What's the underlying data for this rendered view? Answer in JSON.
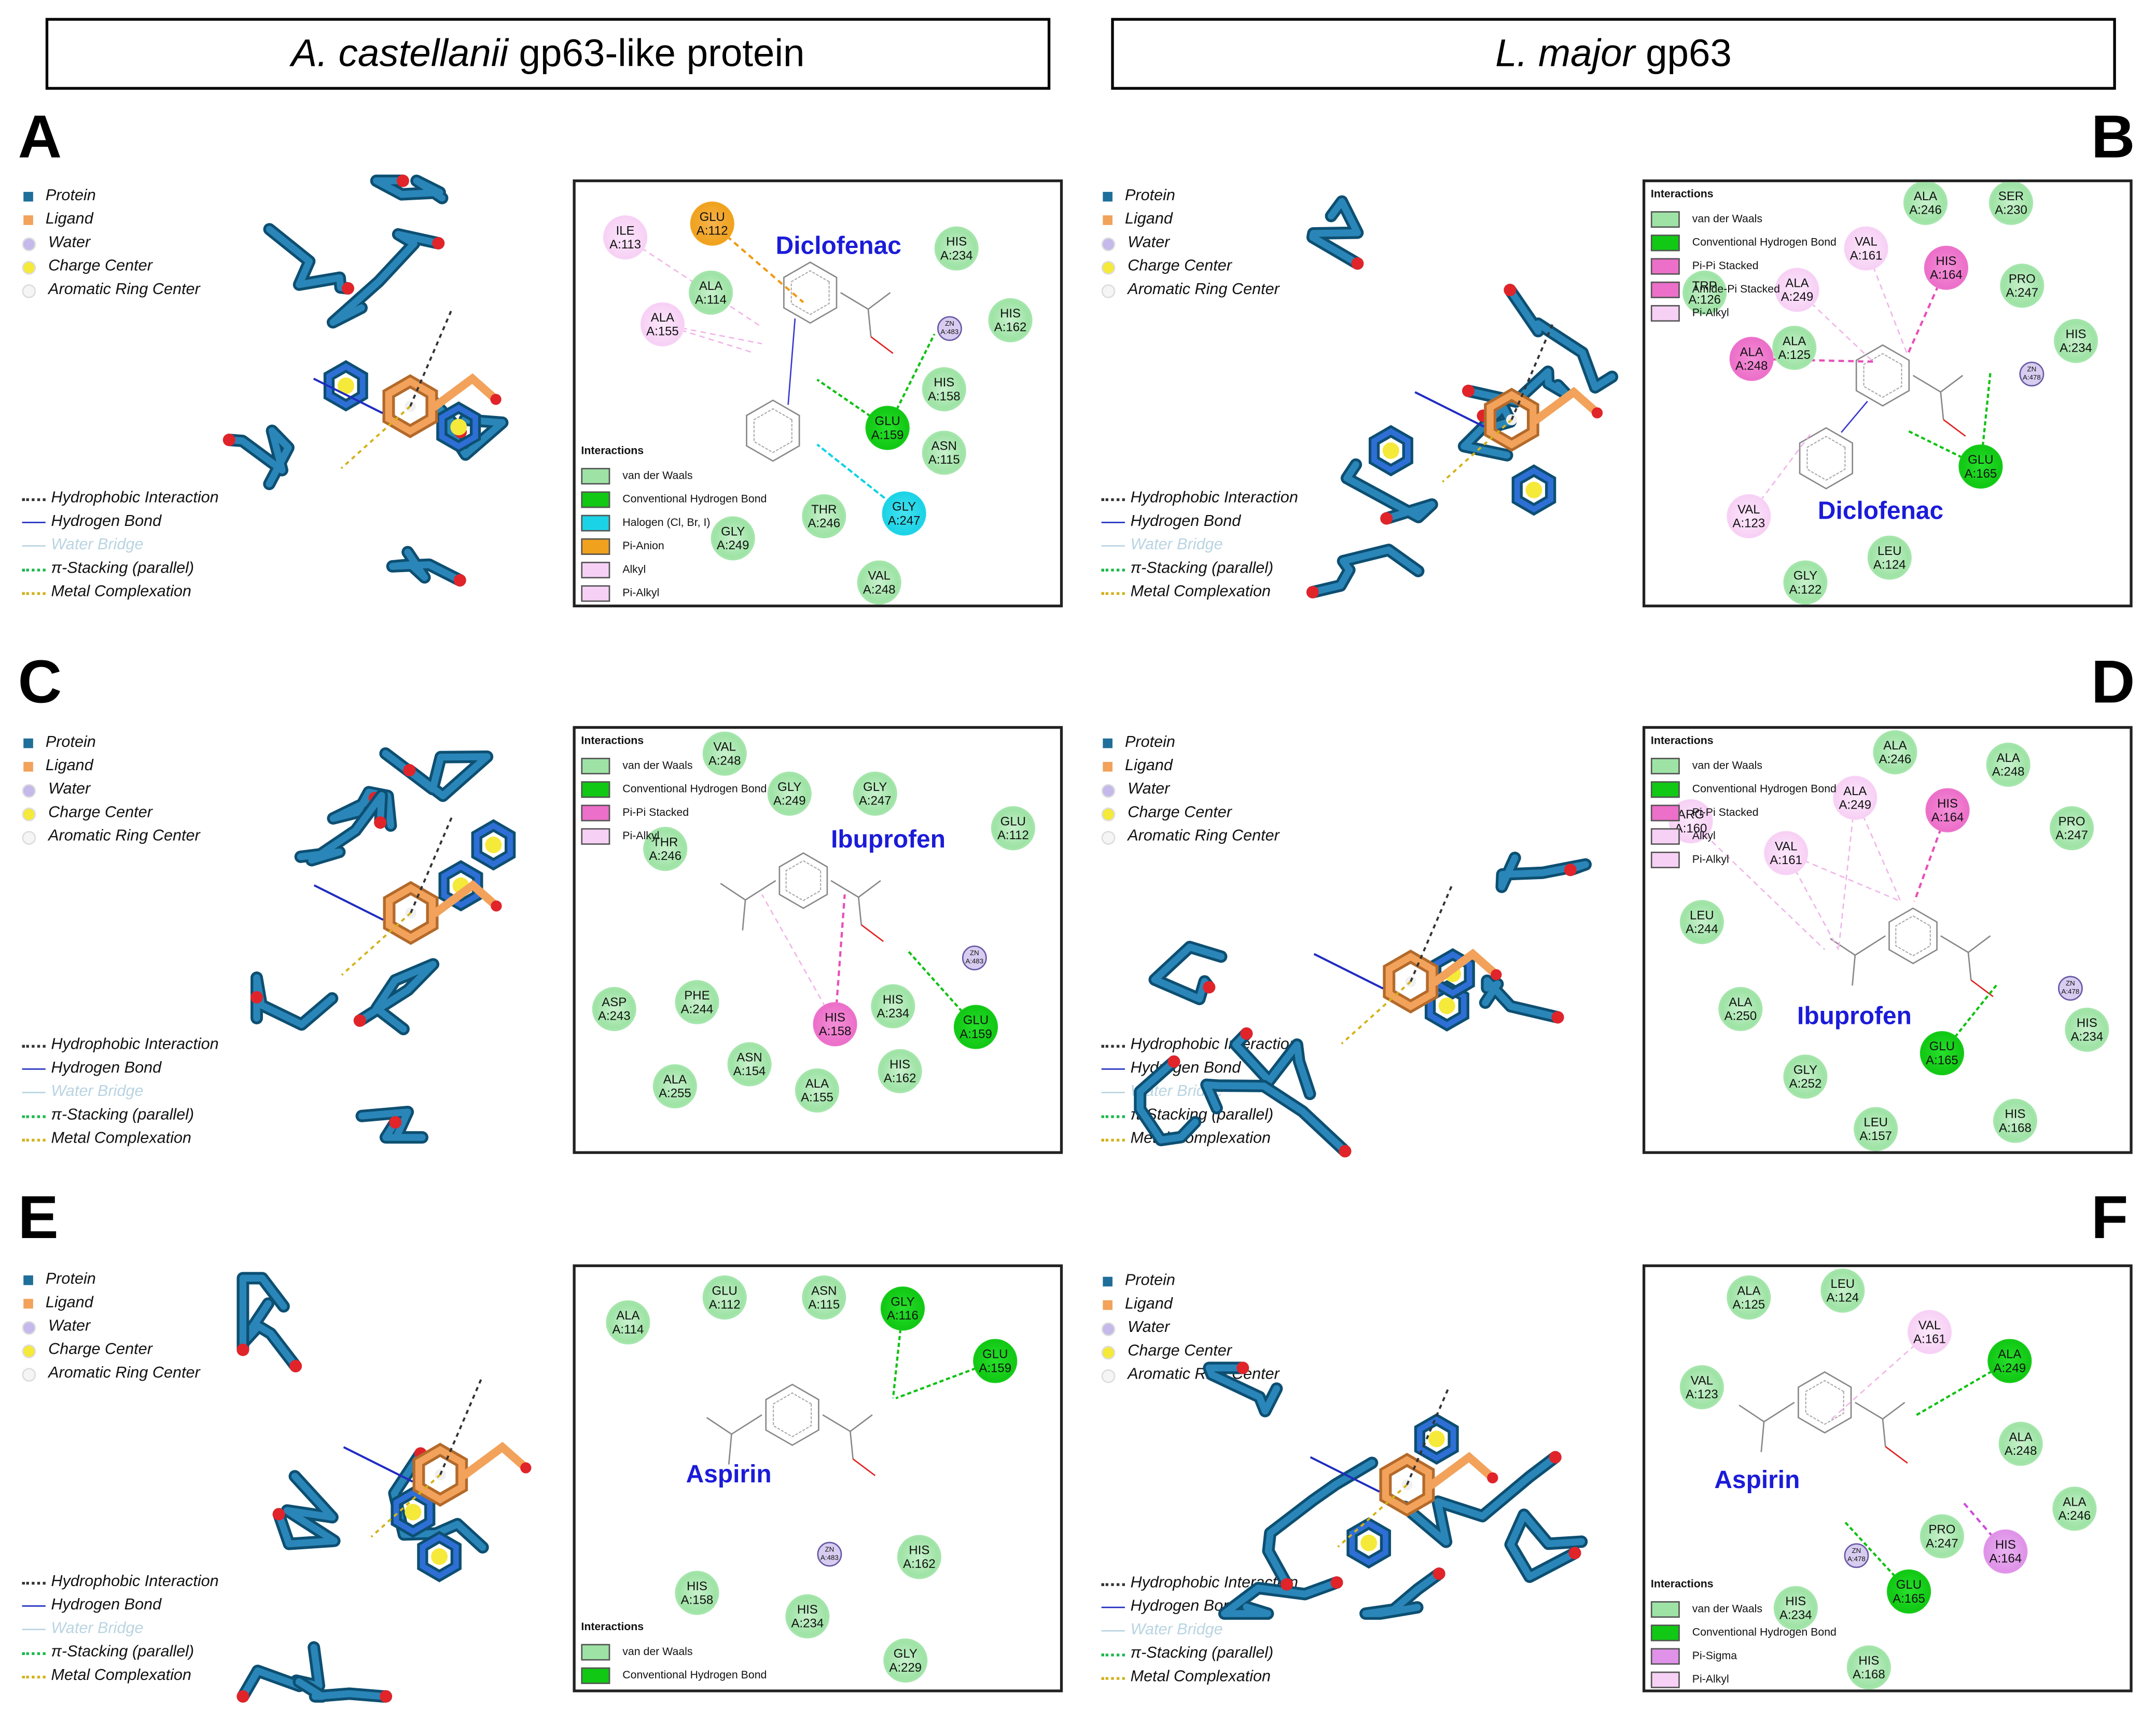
{
  "headers": {
    "left": {
      "italic": "A. castellanii",
      "rest": " gp63-like protein"
    },
    "right": {
      "italic": "L. major",
      "rest": " gp63"
    }
  },
  "panel_letters": [
    "A",
    "B",
    "C",
    "D",
    "E",
    "F"
  ],
  "structure_legend": {
    "items": [
      {
        "label": "Protein",
        "color": "#1f6f9a",
        "shape": "square"
      },
      {
        "label": "Ligand",
        "color": "#f2a25a",
        "shape": "square"
      },
      {
        "label": "Water",
        "color": "#c4b9ea",
        "shape": "circle"
      },
      {
        "label": "Charge Center",
        "color": "#f5e93a",
        "shape": "circle"
      },
      {
        "label": "Aromatic Ring Center",
        "color": "#f5f5f5",
        "shape": "circle"
      }
    ],
    "lines": [
      {
        "label": "Hydrophobic Interaction",
        "color": "#333333",
        "style": "dotted"
      },
      {
        "label": "Hydrogen Bond",
        "color": "#1f2cc0",
        "style": "solid"
      },
      {
        "label": "Water Bridge",
        "color": "#b9d4e2",
        "style": "solid"
      },
      {
        "label": "π-Stacking (parallel)",
        "color": "#19b84a",
        "style": "dotted"
      },
      {
        "label": "Metal Complexation",
        "color": "#d3b21a",
        "style": "dotted"
      }
    ]
  },
  "interaction_types": {
    "vdw": {
      "label": "van der Waals",
      "color": "#9ee3a5"
    },
    "hb": {
      "label": "Conventional Hydrogen Bond",
      "color": "#11c814"
    },
    "hal": {
      "label": "Halogen (Cl, Br, I)",
      "color": "#1bd3e6"
    },
    "anion": {
      "label": "Pi-Anion",
      "color": "#f0a21e"
    },
    "alk": {
      "label": "Alkyl",
      "color": "#f7d1f5"
    },
    "pialk": {
      "label": "Pi-Alkyl",
      "color": "#f7d1f5"
    },
    "pipi": {
      "label": "Pi-Pi Stacked",
      "color": "#ec6fc9"
    },
    "amide": {
      "label": "Amide-Pi Stacked",
      "color": "#ec6fc9"
    },
    "sigma": {
      "label": "Pi-Sigma",
      "color": "#df92e8"
    }
  },
  "interactions_title": "Interactions",
  "panels": [
    {
      "id": "A",
      "ligand": "Diclofenac",
      "legend_keys": [
        "vdw",
        "hb",
        "hal",
        "anion",
        "alk",
        "pialk"
      ],
      "residues": [
        {
          "name": "ILE",
          "num": "A:113",
          "type": "alk"
        },
        {
          "name": "GLU",
          "num": "A:112",
          "type": "anion"
        },
        {
          "name": "HIS",
          "num": "A:234",
          "type": "vdw"
        },
        {
          "name": "ALA",
          "num": "A:114",
          "type": "vdw"
        },
        {
          "name": "HIS",
          "num": "A:162",
          "type": "vdw"
        },
        {
          "name": "ALA",
          "num": "A:155",
          "type": "alk"
        },
        {
          "name": "HIS",
          "num": "A:158",
          "type": "vdw"
        },
        {
          "name": "GLU",
          "num": "A:159",
          "type": "hb"
        },
        {
          "name": "ASN",
          "num": "A:115",
          "type": "vdw"
        },
        {
          "name": "THR",
          "num": "A:246",
          "type": "vdw"
        },
        {
          "name": "GLY",
          "num": "A:249",
          "type": "vdw"
        },
        {
          "name": "GLY",
          "num": "A:247",
          "type": "hal"
        },
        {
          "name": "VAL",
          "num": "A:248",
          "type": "vdw"
        },
        {
          "name": "ZN",
          "num": "A:483",
          "type": "zn"
        }
      ]
    },
    {
      "id": "B",
      "ligand": "Diclofenac",
      "legend_keys": [
        "vdw",
        "hb",
        "pipi",
        "amide",
        "pialk"
      ],
      "residues": [
        {
          "name": "ALA",
          "num": "A:246",
          "type": "vdw"
        },
        {
          "name": "SER",
          "num": "A:230",
          "type": "vdw"
        },
        {
          "name": "VAL",
          "num": "A:161",
          "type": "alk"
        },
        {
          "name": "HIS",
          "num": "A:164",
          "type": "pipi"
        },
        {
          "name": "TRP",
          "num": "A:126",
          "type": "vdw"
        },
        {
          "name": "ALA",
          "num": "A:249",
          "type": "alk"
        },
        {
          "name": "PRO",
          "num": "A:247",
          "type": "vdw"
        },
        {
          "name": "ALA",
          "num": "A:125",
          "type": "vdw"
        },
        {
          "name": "ALA",
          "num": "A:248",
          "type": "pipi"
        },
        {
          "name": "HIS",
          "num": "A:234",
          "type": "vdw"
        },
        {
          "name": "GLU",
          "num": "A:165",
          "type": "hb"
        },
        {
          "name": "VAL",
          "num": "A:123",
          "type": "alk"
        },
        {
          "name": "LEU",
          "num": "A:124",
          "type": "vdw"
        },
        {
          "name": "GLY",
          "num": "A:122",
          "type": "vdw"
        },
        {
          "name": "ZN",
          "num": "A:478",
          "type": "zn"
        }
      ]
    },
    {
      "id": "C",
      "ligand": "Ibuprofen",
      "legend_keys": [
        "vdw",
        "hb",
        "pipi",
        "pialk"
      ],
      "residues": [
        {
          "name": "VAL",
          "num": "A:248",
          "type": "vdw"
        },
        {
          "name": "GLY",
          "num": "A:249",
          "type": "vdw"
        },
        {
          "name": "GLY",
          "num": "A:247",
          "type": "vdw"
        },
        {
          "name": "GLU",
          "num": "A:112",
          "type": "vdw"
        },
        {
          "name": "THR",
          "num": "A:246",
          "type": "vdw"
        },
        {
          "name": "ASP",
          "num": "A:243",
          "type": "vdw"
        },
        {
          "name": "PHE",
          "num": "A:244",
          "type": "vdw"
        },
        {
          "name": "HIS",
          "num": "A:158",
          "type": "pipi"
        },
        {
          "name": "HIS",
          "num": "A:234",
          "type": "vdw"
        },
        {
          "name": "GLU",
          "num": "A:159",
          "type": "hb"
        },
        {
          "name": "ASN",
          "num": "A:154",
          "type": "vdw"
        },
        {
          "name": "HIS",
          "num": "A:162",
          "type": "vdw"
        },
        {
          "name": "ALA",
          "num": "A:255",
          "type": "vdw"
        },
        {
          "name": "ALA",
          "num": "A:155",
          "type": "vdw"
        },
        {
          "name": "ZN",
          "num": "A:483",
          "type": "zn"
        }
      ]
    },
    {
      "id": "D",
      "ligand": "Ibuprofen",
      "legend_keys": [
        "vdw",
        "hb",
        "pipi",
        "alk",
        "pialk"
      ],
      "residues": [
        {
          "name": "ALA",
          "num": "A:246",
          "type": "vdw"
        },
        {
          "name": "ALA",
          "num": "A:248",
          "type": "vdw"
        },
        {
          "name": "ARG",
          "num": "A:160",
          "type": "alk"
        },
        {
          "name": "ALA",
          "num": "A:249",
          "type": "alk"
        },
        {
          "name": "HIS",
          "num": "A:164",
          "type": "pipi"
        },
        {
          "name": "PRO",
          "num": "A:247",
          "type": "vdw"
        },
        {
          "name": "VAL",
          "num": "A:161",
          "type": "alk"
        },
        {
          "name": "LEU",
          "num": "A:244",
          "type": "vdw"
        },
        {
          "name": "ALA",
          "num": "A:250",
          "type": "vdw"
        },
        {
          "name": "GLU",
          "num": "A:165",
          "type": "hb"
        },
        {
          "name": "HIS",
          "num": "A:234",
          "type": "vdw"
        },
        {
          "name": "GLY",
          "num": "A:252",
          "type": "vdw"
        },
        {
          "name": "LEU",
          "num": "A:157",
          "type": "vdw"
        },
        {
          "name": "HIS",
          "num": "A:168",
          "type": "vdw"
        },
        {
          "name": "ZN",
          "num": "A:478",
          "type": "zn"
        }
      ]
    },
    {
      "id": "E",
      "ligand": "Aspirin",
      "legend_keys": [
        "vdw",
        "hb"
      ],
      "residues": [
        {
          "name": "ALA",
          "num": "A:114",
          "type": "vdw"
        },
        {
          "name": "GLU",
          "num": "A:112",
          "type": "vdw"
        },
        {
          "name": "ASN",
          "num": "A:115",
          "type": "vdw"
        },
        {
          "name": "GLY",
          "num": "A:116",
          "type": "hb"
        },
        {
          "name": "GLU",
          "num": "A:159",
          "type": "hb"
        },
        {
          "name": "HIS",
          "num": "A:162",
          "type": "vdw"
        },
        {
          "name": "HIS",
          "num": "A:158",
          "type": "vdw"
        },
        {
          "name": "HIS",
          "num": "A:234",
          "type": "vdw"
        },
        {
          "name": "GLY",
          "num": "A:229",
          "type": "vdw"
        },
        {
          "name": "ZN",
          "num": "A:483",
          "type": "zn"
        }
      ]
    },
    {
      "id": "F",
      "ligand": "Aspirin",
      "legend_keys": [
        "vdw",
        "hb",
        "sigma",
        "pialk"
      ],
      "residues": [
        {
          "name": "ALA",
          "num": "A:125",
          "type": "vdw"
        },
        {
          "name": "LEU",
          "num": "A:124",
          "type": "vdw"
        },
        {
          "name": "VAL",
          "num": "A:161",
          "type": "alk"
        },
        {
          "name": "ALA",
          "num": "A:249",
          "type": "hb"
        },
        {
          "name": "VAL",
          "num": "A:123",
          "type": "vdw"
        },
        {
          "name": "ALA",
          "num": "A:248",
          "type": "vdw"
        },
        {
          "name": "ALA",
          "num": "A:246",
          "type": "vdw"
        },
        {
          "name": "PRO",
          "num": "A:247",
          "type": "vdw"
        },
        {
          "name": "HIS",
          "num": "A:164",
          "type": "sigma"
        },
        {
          "name": "GLU",
          "num": "A:165",
          "type": "hb"
        },
        {
          "name": "HIS",
          "num": "A:234",
          "type": "vdw"
        },
        {
          "name": "HIS",
          "num": "A:168",
          "type": "vdw"
        },
        {
          "name": "ZN",
          "num": "A:478",
          "type": "zn"
        }
      ]
    }
  ]
}
